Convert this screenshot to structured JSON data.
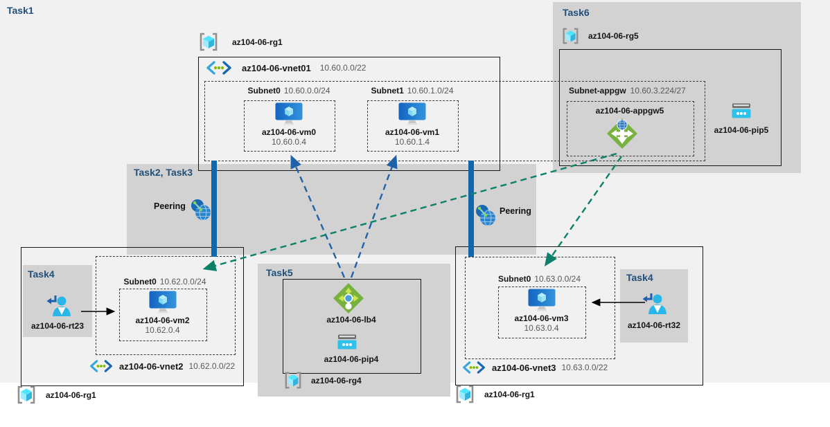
{
  "tasks": {
    "task1": "Task1",
    "task23": "Task2, Task3",
    "task4_left": "Task4",
    "task4_right": "Task4",
    "task5": "Task5",
    "task6": "Task6"
  },
  "peering": {
    "left": "Peering",
    "right": "Peering"
  },
  "rg1_top": "az104-06-rg1",
  "vnet1": {
    "name": "az104-06-vnet01",
    "cidr": "10.60.0.0/22",
    "subnet0": {
      "name": "Subnet0",
      "cidr": "10.60.0.0/24",
      "vm": "az104-06-vm0",
      "ip": "10.60.0.4"
    },
    "subnet1": {
      "name": "Subnet1",
      "cidr": "10.60.1.0/24",
      "vm": "az104-06-vm1",
      "ip": "10.60.1.4"
    }
  },
  "task6_group": {
    "rg": "az104-06-rg5",
    "pip": "az104-06-pip5",
    "subnet_appgw": {
      "name": "Subnet-appgw",
      "cidr": "10.60.3.224/27",
      "appgw": "az104-06-appgw5"
    }
  },
  "vnet2": {
    "name": "az104-06-vnet2",
    "cidr": "10.62.0.0/22",
    "rg": "az104-06-rg1",
    "rt": "az104-06-rt23",
    "subnet0": {
      "name": "Subnet0",
      "cidr": "10.62.0.0/24",
      "vm": "az104-06-vm2",
      "ip": "10.62.0.4"
    }
  },
  "vnet3": {
    "name": "az104-06-vnet3",
    "cidr": "10.63.0.0/22",
    "rg": "az104-06-rg1",
    "rt": "az104-06-rt32",
    "subnet0": {
      "name": "Subnet0",
      "cidr": "10.63.0.0/24",
      "vm": "az104-06-vm3",
      "ip": "10.63.0.4"
    }
  },
  "task5_group": {
    "lb": "az104-06-lb4",
    "pip": "az104-06-pip4",
    "rg": "az104-06-rg4"
  },
  "colors": {
    "task_label": "#1f4e79",
    "region_light": "#f1f1f1",
    "region_dark": "#d2d2d2",
    "peering_bar": "#1266ab",
    "arrow_blue": "#2062a8",
    "arrow_green": "#0c8068",
    "vm_blue": "#2178d4",
    "appgw_green": "#77b13e",
    "pip_cyan": "#2ec1ea"
  }
}
